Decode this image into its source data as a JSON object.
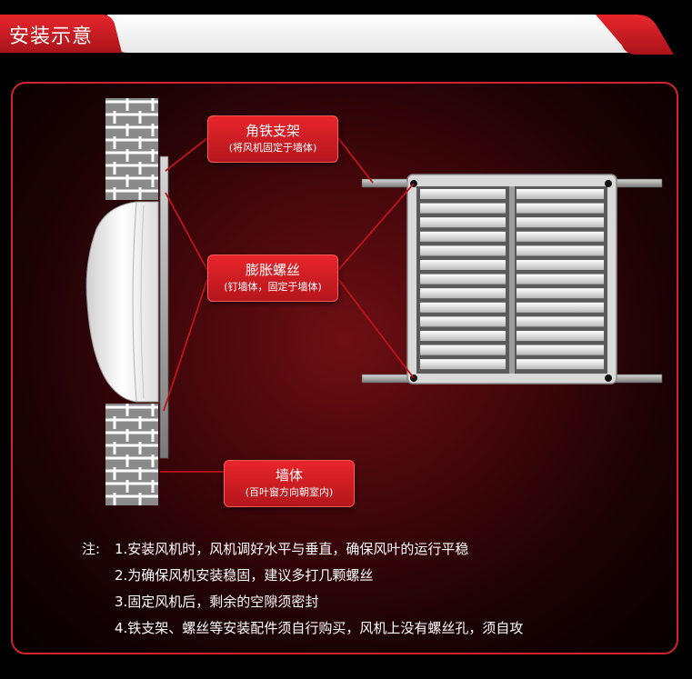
{
  "header": {
    "title": "安装示意"
  },
  "callouts": {
    "angle_bracket": {
      "title": "角铁支架",
      "subtitle": "(将风机固定于墙体)"
    },
    "expansion_screw": {
      "title": "膨胀螺丝",
      "subtitle": "(钉墙体，固定于墙体)"
    },
    "wall": {
      "title": "墙体",
      "subtitle": "(百叶窗方向朝室内)"
    }
  },
  "notes": {
    "prefix": "注:",
    "items": [
      "1.安装风机时，风机调好水平与垂直，确保风叶的运行平稳",
      "2.为确保风机安装稳固，建议多打几颗螺丝",
      "3.固定风机后，剩余的空隙须密封",
      "4.铁支架、螺丝等安装配件须自行购买，风机上没有螺丝孔，须自攻"
    ]
  },
  "colors": {
    "accent": "#d2222a",
    "header_white": "#ffffff",
    "background": "#000000"
  }
}
